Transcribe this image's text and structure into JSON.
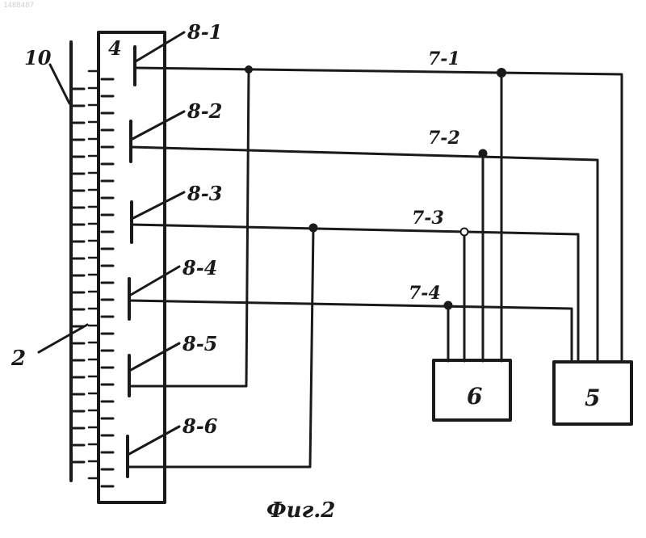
{
  "corner_id": "1488487",
  "labels": {
    "elem_10": "10",
    "elem_4": "4",
    "elem_2": "2",
    "e8_1": "8-1",
    "e8_2": "8-2",
    "e8_3": "8-3",
    "e8_4": "8-4",
    "e8_5": "8-5",
    "e8_6": "8-6",
    "w7_1": "7-1",
    "w7_2": "7-2",
    "w7_3": "7-3",
    "w7_4": "7-4",
    "block6": "6",
    "block5": "5",
    "caption": "Фиг.2"
  }
}
